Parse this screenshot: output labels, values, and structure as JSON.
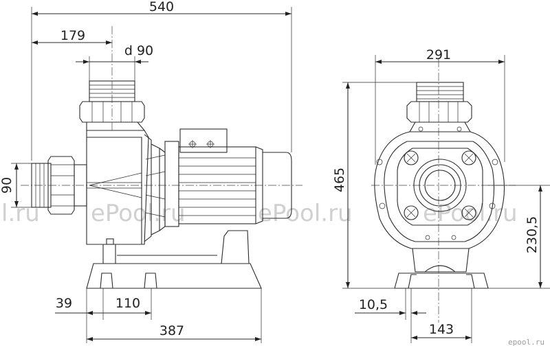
{
  "dimensions": {
    "total_length": "540",
    "inlet_offset": "179",
    "outlet_diameter": "d 90",
    "inlet_height": "90",
    "total_height": "465",
    "width": "291",
    "axis_height": "230,5",
    "foot_offset_left": "39",
    "foot_spacing": "110",
    "base_length": "387",
    "foot_offset_front": "10,5",
    "foot_spacing_front": "143"
  },
  "watermarks": {
    "text_1": "l.ru",
    "text_2": "ePool.ru",
    "text_3": "ePool.ru",
    "text_4": "ePool.ru"
  },
  "brand": "epool.ru"
}
